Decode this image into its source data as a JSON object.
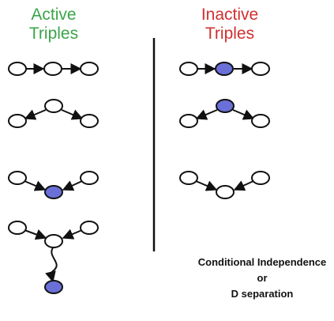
{
  "headings": {
    "active": {
      "line1": "Active",
      "line2": "Triples",
      "color": "#3aa54a"
    },
    "inactive": {
      "line1": "Inactive",
      "line2": "Triples",
      "color": "#d03030"
    }
  },
  "caption": {
    "line1": "Conditional Independence",
    "line2": "or",
    "line3": "D separation"
  },
  "colors": {
    "observed_fill": "#6a70d8",
    "unobserved_fill": "#ffffff",
    "stroke": "#111111"
  }
}
